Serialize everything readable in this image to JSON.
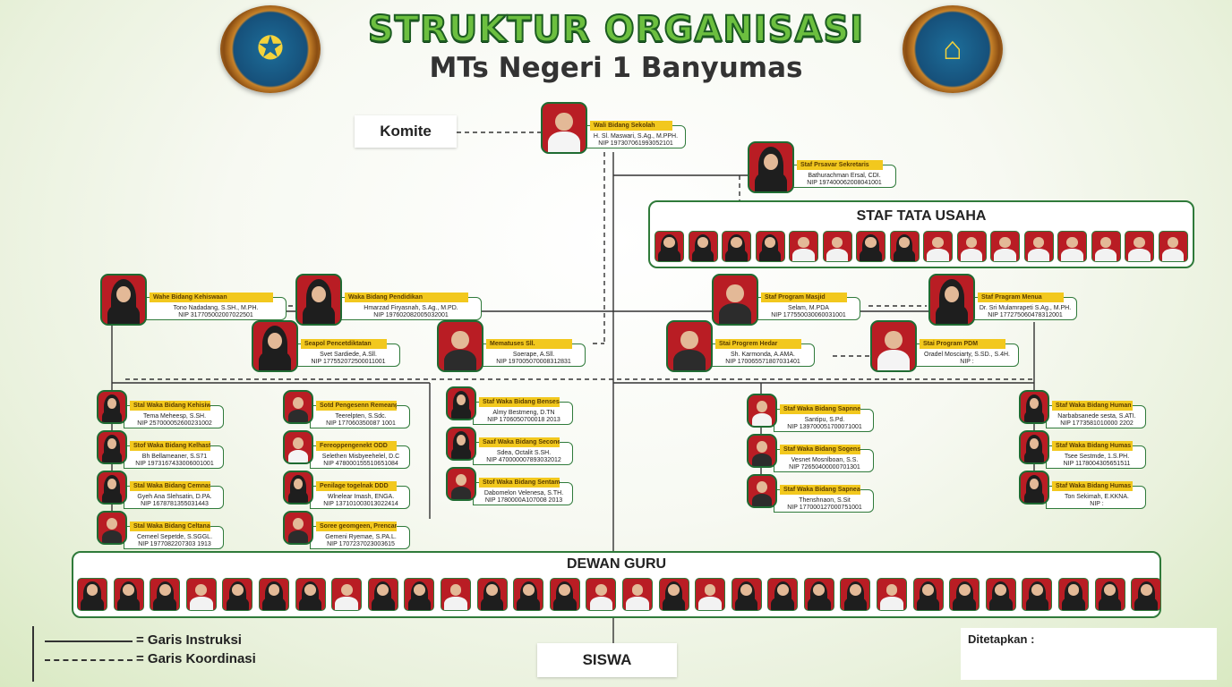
{
  "header": {
    "title": "STRUKTUR ORGANISASI",
    "subtitle": "MTs Negeri 1 Banyumas",
    "logo_left_icon": "kemenag-emblem-icon",
    "logo_right_icon": "madrasah-emblem-icon"
  },
  "colors": {
    "green": "#7cc242",
    "dark_green": "#1f6b32",
    "photo_bg": "#b91d24",
    "tag_gold": "#f2c81e"
  },
  "boxes": {
    "komite": "Komite",
    "siswa": "SISWA",
    "ditetapkan": "Ditetapkan :"
  },
  "panels": {
    "staf_title": "STAF TATA USAHA",
    "guru_title": "DEWAN GURU"
  },
  "legend": {
    "instruksi": "= Garis Instruksi",
    "koordinasi": "= Garis Koordinasi"
  },
  "people": {
    "kepala": {
      "role": "Wali Bidang Sekolah",
      "name": "H. Sl. Maswari, S.Ag., M.PPH.",
      "nip": "NIP 197307061993052101"
    },
    "ka_tu": {
      "role": "Staf Prsavar Sekretaris",
      "name": "Bathurachman Ersal, CDI.",
      "nip": "NIP 197400062008041001"
    },
    "waka_kesiswaan": {
      "role": "Wahe Bidang Kehiswaan",
      "name": "Tono Nadadang, S.SH., M.PH.",
      "nip": "NIP 317705002007022501"
    },
    "waka_kurikulum": {
      "role": "Waka Bidang Pendidikan",
      "name": "Hmarzad Firyasnah, S.Ag., M.PD.",
      "nip": "NIP 197602082005032001"
    },
    "ka_masjid": {
      "role": "Staf Program Masjid",
      "name": "Selam, M.PDA",
      "nip": "NIP 177550030060031001"
    },
    "ka_perpus": {
      "role": "Staf Pragram Menua",
      "name": "Dr. Sri Mulamrapeti S.Ag., M.PH.",
      "nip": "NIP 177275060478312001"
    },
    "bendahara": {
      "role": "Seapol Pencetdiktatan",
      "name": "Svet Sardiede, A.Sll.",
      "nip": "NIP 177552072500011001"
    },
    "operator": {
      "role": "Mematuses Sll.",
      "name": "Soerape, A.Sll.",
      "nip": "NIP 197005070008312831"
    },
    "ka_humas": {
      "role": "Stai Progrem Hedar",
      "name": "Sh. Karmonda, A.AMA.",
      "nip": "NIP 170065571807031401"
    },
    "ka_pdm": {
      "role": "Stai Program PDM",
      "name": "Oradel Mosciarty, S.SD., S.4H.",
      "nip": "NIP :"
    }
  },
  "groups": {
    "col1": [
      {
        "role": "Stal Waka Bidang Kehisiwaan",
        "name": "Tema Meheesp, S.SH.",
        "nip": "NIP 257000052600231002"
      },
      {
        "role": "Stof Waka Bidang Kelhastan",
        "name": "Bh Bellameaner, S.S71",
        "nip": "NIP 1973167433006001001"
      },
      {
        "role": "Stal Waka Bidang Cemnasten",
        "name": "Gyeh Ana Slehsatin, D.PA.",
        "nip": "NIP 1678781355031443"
      },
      {
        "role": "Stal Waka Bidang Celtanaen",
        "name": "Cemeel Sepetde, S.SGGL.",
        "nip": "NIP 1977082207303 1913"
      }
    ],
    "col2": [
      {
        "role": "Sotd Pengesenn Remeang",
        "name": "Teerelpten, S.Sdc.",
        "nip": "NIP 177060350087 1001"
      },
      {
        "role": "Fereoppengenekt ODD",
        "name": "Selethen Misbyeehelel, D.C",
        "nip": "NIP 478000155510651084"
      },
      {
        "role": "Penilage togelnak DDD",
        "name": "Wlnelear Imash, ENGA.",
        "nip": "NIP 137101003013022414"
      },
      {
        "role": "Soree geomgeen, Prencary",
        "name": "Gemeni Ryemae, S.PA.L.",
        "nip": "NIP 1707237023003615"
      }
    ],
    "col3": [
      {
        "role": "Staf Waka Bidang Bensesaas",
        "name": "Almy Bestmeng, D.TN",
        "nip": "NIP 1706050700018 2013"
      },
      {
        "role": "Saaf Waka Bidang Seconesen",
        "name": "Sdea, Octalit S.SH.",
        "nip": "NIP 470000007893032012"
      },
      {
        "role": "Stof Waka Bidang Sentamase",
        "name": "Dabomelon Velenesa, S.TH.",
        "nip": "NIP 1780000A107008 2013"
      }
    ],
    "col4": [
      {
        "role": "Staf Waka Bidang Sapnnea",
        "name": "Santipu, S.Pd.",
        "nip": "NIP 139700051700071001"
      },
      {
        "role": "Staf Waka Bidang Sogens",
        "name": "Vesnet Mosnlboan, S.S.",
        "nip": "NIP 72650400000701301"
      },
      {
        "role": "Staf Waka Bidang Sapneae",
        "name": "Thenshnaon, S.Sit",
        "nip": "NIP 177000127000751001"
      }
    ],
    "col5": [
      {
        "role": "Staf Waka Bidang Human",
        "name": "Narbabsanede sesta, S.ATI.",
        "nip": "NIP 1773581010000 2202"
      },
      {
        "role": "Staf Waka Bidang Humas",
        "name": "Tsee Sestmde, 1.S.PH.",
        "nip": "NIP 1178004305651511"
      },
      {
        "role": "Staf Waka Bidang Humas",
        "name": "Ton Sekimah, E.KKNA.",
        "nip": "NIP :"
      }
    ]
  }
}
